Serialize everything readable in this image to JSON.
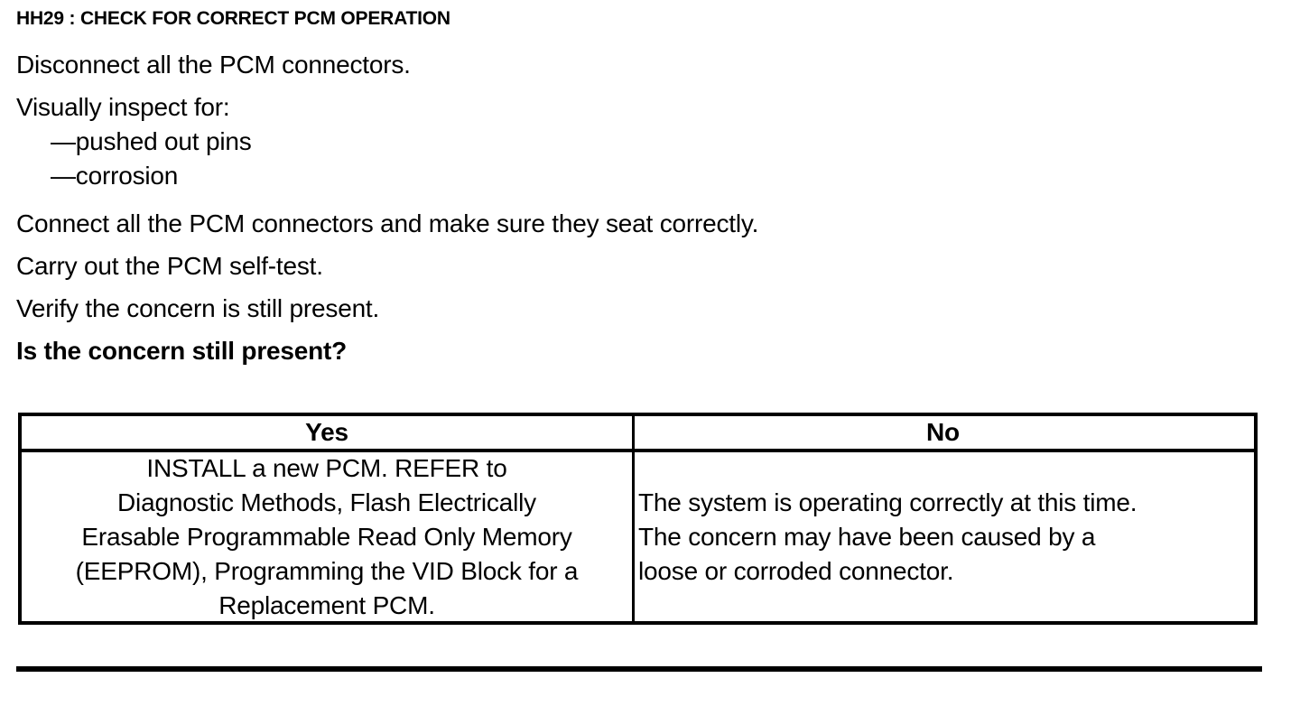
{
  "document": {
    "step_id": "HH29",
    "title": "HH29 : CHECK FOR CORRECT PCM OPERATION",
    "instructions": [
      "Disconnect all the PCM connectors.",
      "Visually inspect for:"
    ],
    "inspect_items": [
      "—pushed out pins",
      "—corrosion"
    ],
    "instructions_after": [
      "Connect all the PCM connectors and make sure they seat correctly.",
      "Carry out the PCM self-test.",
      "Verify the concern is still present."
    ],
    "question": "Is the concern still present?",
    "decision_table": {
      "headers": [
        "Yes",
        "No"
      ],
      "cells": {
        "yes": "INSTALL a new PCM.  REFER to\nDiagnostic Methods, Flash Electrically\nErasable Programmable Read Only Memory\n(EEPROM), Programming the VID Block for a\nReplacement PCM.",
        "no": "The system is operating correctly at this time.\nThe concern may have been caused by a\nloose or corroded connector."
      }
    }
  },
  "colors": {
    "ink": "#000000",
    "paper": "#ffffff"
  }
}
